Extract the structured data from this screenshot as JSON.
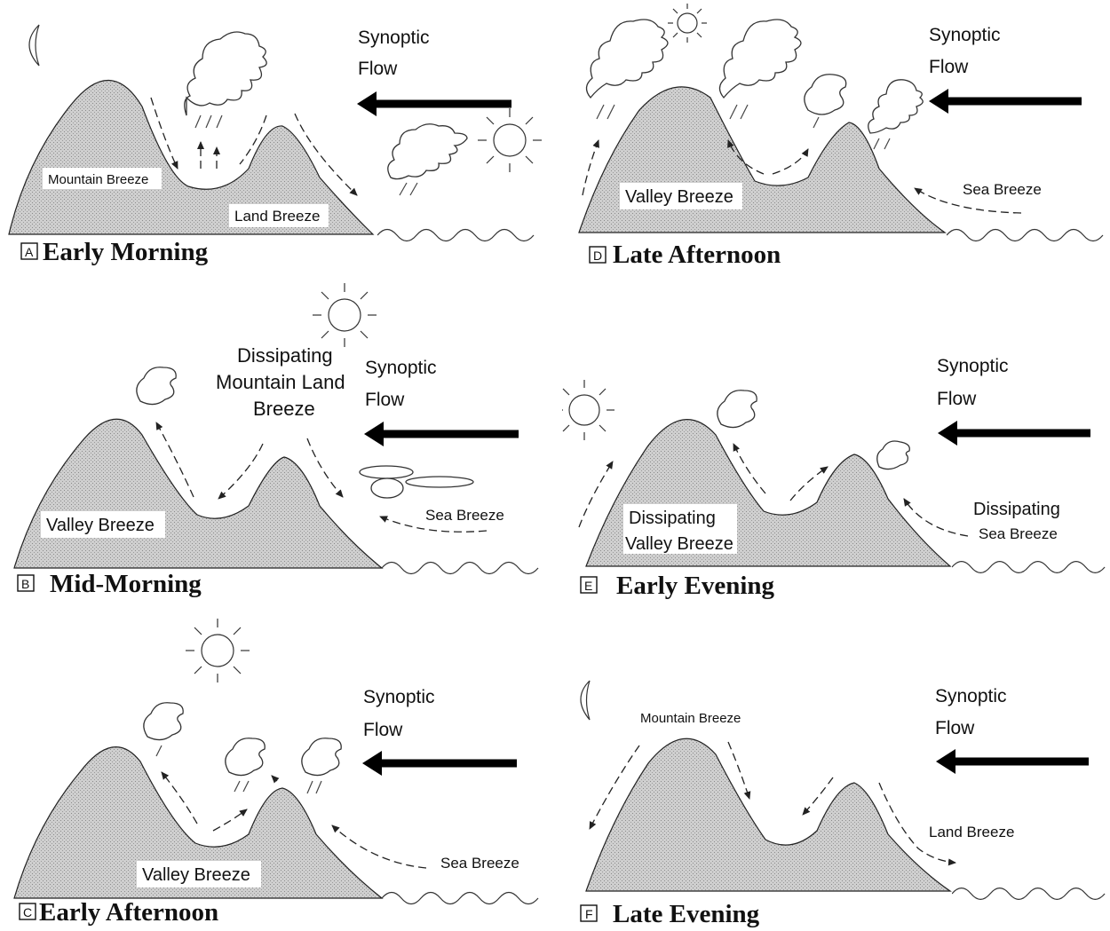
{
  "panels": [
    {
      "badge": "A",
      "caption": "Early Morning",
      "flow_label_1": "Synoptic",
      "flow_label_2": "Flow",
      "labels": [
        "Mountain Breeze",
        "Land Breeze"
      ]
    },
    {
      "badge": "B",
      "caption": "Mid-Morning",
      "flow_label_1": "Synoptic",
      "flow_label_2": "Flow",
      "labels": [
        "Valley Breeze",
        "Sea Breeze",
        "Dissipating",
        "Mountain Land",
        "Breeze"
      ]
    },
    {
      "badge": "C",
      "caption": "Early Afternoon",
      "flow_label_1": "Synoptic",
      "flow_label_2": "Flow",
      "labels": [
        "Valley Breeze",
        "Sea Breeze"
      ]
    },
    {
      "badge": "D",
      "caption": "Late Afternoon",
      "flow_label_1": "Synoptic",
      "flow_label_2": "Flow",
      "labels": [
        "Valley Breeze",
        "Sea Breeze"
      ]
    },
    {
      "badge": "E",
      "caption": "Early Evening",
      "flow_label_1": "Synoptic",
      "flow_label_2": "Flow",
      "labels": [
        "Dissipating",
        "Valley Breeze",
        "Dissipating",
        "Sea Breeze"
      ]
    },
    {
      "badge": "F",
      "caption": "Late Evening",
      "flow_label_1": "Synoptic",
      "flow_label_2": "Flow",
      "labels": [
        "Mountain Breeze",
        "Land Breeze"
      ]
    }
  ],
  "icons": [
    "moon-icon",
    "sun-icon",
    "cloud-icon",
    "arrow-icon"
  ]
}
